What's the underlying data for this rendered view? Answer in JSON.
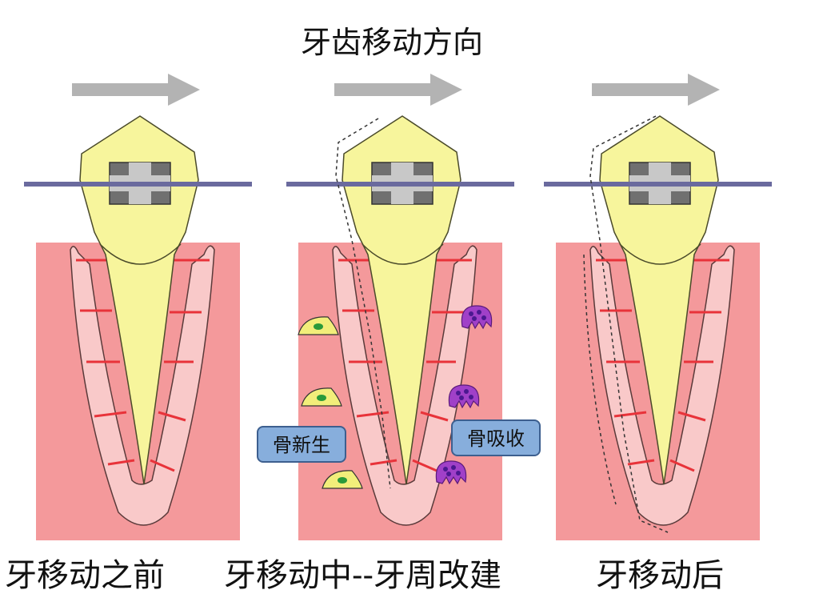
{
  "title": "牙齿移动方向",
  "captions": {
    "before": "牙移动之前",
    "during": "牙移动中--牙周改建",
    "after": "牙移动后"
  },
  "callouts": {
    "bone_formation": "骨新生",
    "bone_resorption": "骨吸收"
  },
  "colors": {
    "bone": "#f4999b",
    "ligament": "#f9c9c9",
    "tooth": "#f7f59c",
    "wire": "#6a6a9e",
    "arrow": "#b3b3b3",
    "fiber": "#e8333a",
    "osteoblast": "#f2ee7a",
    "osteoclast": "#a040c8",
    "callout": "#87aedc"
  }
}
